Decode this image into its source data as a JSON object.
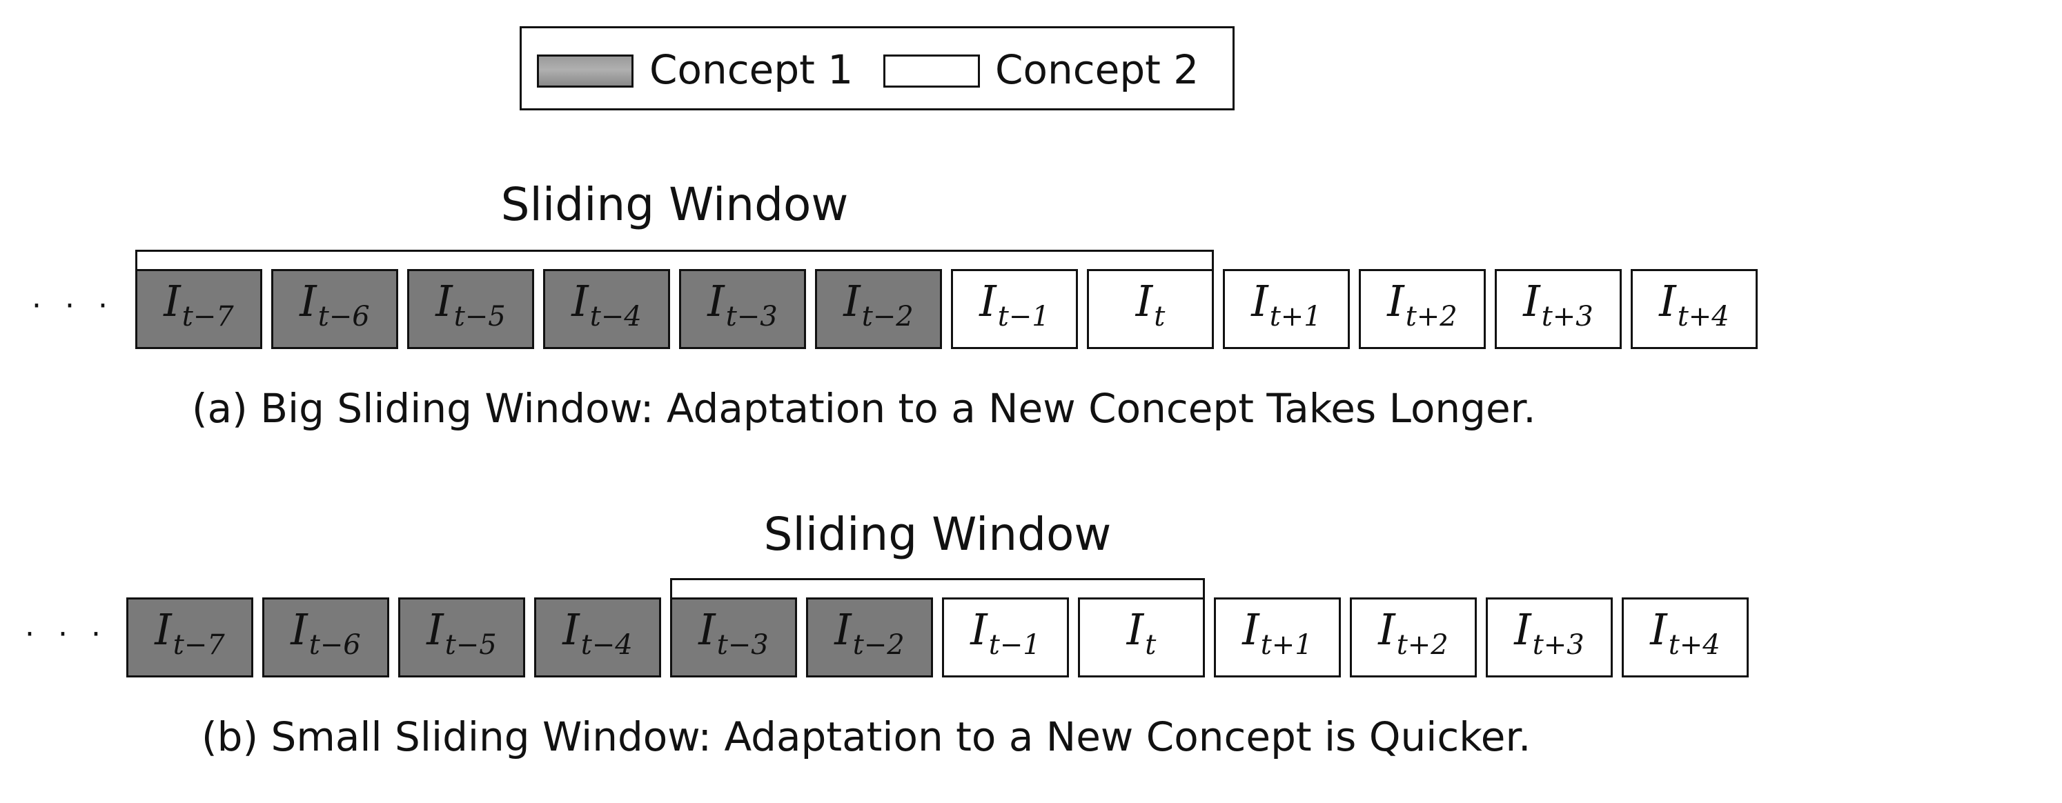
{
  "legend": {
    "items": [
      {
        "label": "Concept 1",
        "fill": "#7a7a7a"
      },
      {
        "label": "Concept 2",
        "fill": "#ffffff"
      }
    ]
  },
  "ellipsis": "· · ·",
  "cells": [
    {
      "base": "I",
      "sub": "t−7",
      "concept": 1
    },
    {
      "base": "I",
      "sub": "t−6",
      "concept": 1
    },
    {
      "base": "I",
      "sub": "t−5",
      "concept": 1
    },
    {
      "base": "I",
      "sub": "t−4",
      "concept": 1
    },
    {
      "base": "I",
      "sub": "t−3",
      "concept": 1
    },
    {
      "base": "I",
      "sub": "t−2",
      "concept": 1
    },
    {
      "base": "I",
      "sub": "t−1",
      "concept": 2
    },
    {
      "base": "I",
      "sub": "t",
      "concept": 2
    },
    {
      "base": "I",
      "sub": "t+1",
      "concept": 2
    },
    {
      "base": "I",
      "sub": "t+2",
      "concept": 2
    },
    {
      "base": "I",
      "sub": "t+3",
      "concept": 2
    },
    {
      "base": "I",
      "sub": "t+4",
      "concept": 2
    }
  ],
  "panels": [
    {
      "window_label": "Sliding Window",
      "window_start": 0,
      "window_end": 7,
      "caption": "(a) Big Sliding Window: Adaptation to a New Concept Takes Longer."
    },
    {
      "window_label": "Sliding Window",
      "window_start": 4,
      "window_end": 7,
      "caption": "(b) Small Sliding Window: Adaptation to a New Concept is Quicker."
    }
  ]
}
